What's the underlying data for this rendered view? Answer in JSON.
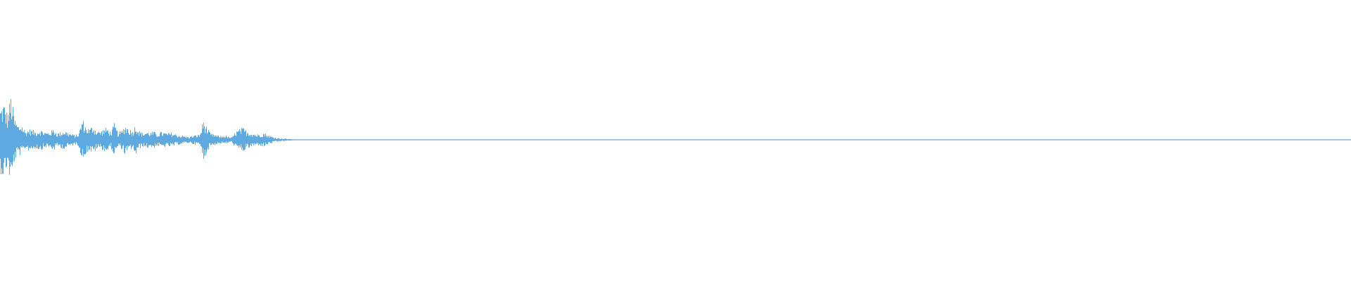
{
  "waveform": {
    "color": "#5fa9e1",
    "background": "#ffffff",
    "samples": [
      0.53,
      0.62,
      0.42,
      0.74,
      0.35,
      0.24,
      0.26,
      0.14,
      0.18,
      0.16,
      0.14,
      0.17,
      0.15,
      0.12,
      0.14,
      0.18,
      0.11,
      0.13,
      0.16,
      0.12,
      0.1,
      0.08,
      0.1,
      0.35,
      0.22,
      0.18,
      0.24,
      0.16,
      0.14,
      0.18,
      0.2,
      0.13,
      0.27,
      0.12,
      0.15,
      0.25,
      0.2,
      0.14,
      0.26,
      0.15,
      0.11,
      0.14,
      0.12,
      0.14,
      0.1,
      0.13,
      0.12,
      0.11,
      0.12,
      0.1,
      0.08,
      0.07,
      0.06,
      0.05,
      0.07,
      0.08,
      0.09,
      0.34,
      0.2,
      0.1,
      0.09,
      0.07,
      0.06,
      0.07,
      0.05,
      0.04,
      0.14,
      0.17,
      0.2,
      0.16,
      0.13,
      0.11,
      0.09,
      0.1,
      0.12,
      0.08,
      0.06,
      0.04,
      0.03,
      0.025,
      0.02,
      0.015,
      0.01,
      0.008,
      0.005,
      0.004,
      0.003,
      0.004,
      0.003,
      0.002,
      0.003,
      0.004,
      0.003,
      0.002,
      0.002,
      0.003,
      0.002,
      0.003,
      0.002,
      0.002,
      0.002,
      0.003,
      0.002,
      0.002,
      0.002,
      0.003,
      0.002,
      0.004,
      0.003,
      0.004,
      0.002,
      0.002,
      0.003,
      0.002,
      0.002,
      0.003,
      0.002,
      0.002,
      0.003,
      0.002,
      0.003,
      0.002,
      0.002,
      0.003,
      0.002,
      0.002,
      0.003,
      0.002,
      0.003,
      0.002,
      0.002,
      0.003,
      0.002,
      0.003,
      0.002,
      0.002,
      0.003,
      0.002,
      0.002,
      0.003,
      0.002,
      0.003,
      0.002,
      0.002,
      0.003,
      0.002,
      0.003,
      0.002,
      0.002,
      0.003,
      0.002,
      0.003,
      0.002,
      0.002,
      0.003,
      0.002,
      0.003,
      0.002,
      0.002,
      0.003,
      0.002,
      0.003,
      0.002,
      0.002,
      0.003,
      0.002,
      0.003,
      0.002,
      0.002,
      0.003,
      0.002,
      0.003,
      0.004,
      0.003,
      0.002,
      0.002,
      0.003,
      0.002,
      0.003,
      0.002,
      0.002,
      0.003,
      0.002,
      0.003,
      0.002,
      0.002,
      0.003,
      0.002,
      0.003,
      0.002,
      0.002,
      0.003,
      0.003,
      0.002,
      0.003,
      0.002,
      0.002,
      0.003,
      0.002,
      0.003,
      0.002,
      0.003,
      0.002,
      0.002,
      0.003,
      0.002,
      0.003,
      0.002,
      0.002,
      0.003,
      0.002,
      0.003,
      0.002,
      0.002,
      0.003,
      0.002,
      0.003,
      0.002,
      0.002,
      0.003,
      0.002,
      0.003,
      0.002,
      0.002,
      0.003,
      0.002,
      0.003,
      0.002,
      0.002,
      0.003,
      0.002,
      0.003,
      0.002,
      0.002,
      0.003,
      0.002,
      0.003,
      0.002,
      0.002,
      0.003,
      0.002,
      0.003,
      0.002,
      0.002,
      0.003,
      0.002,
      0.003,
      0.002,
      0.002,
      0.003,
      0.002,
      0.002,
      0.003,
      0.002,
      0.003,
      0.002,
      0.002,
      0.003,
      0.002,
      0.003,
      0.002,
      0.002,
      0.003,
      0.002,
      0.003,
      0.002,
      0.002,
      0.003,
      0.002,
      0.003,
      0.002,
      0.002,
      0.003,
      0.002,
      0.003,
      0.002,
      0.002,
      0.003,
      0.002,
      0.003,
      0.002,
      0.002,
      0.003,
      0.002,
      0.003,
      0.002,
      0.002,
      0.003,
      0.002,
      0.003,
      0.002,
      0.002,
      0.003,
      0.002,
      0.003,
      0.002,
      0.002,
      0.003,
      0.002,
      0.003,
      0.002,
      0.002,
      0.003,
      0.002,
      0.003,
      0.002,
      0.002,
      0.003,
      0.002,
      0.003,
      0.002,
      0.002,
      0.003,
      0.002,
      0.003,
      0.002,
      0.002,
      0.003,
      0.002,
      0.003,
      0.002,
      0.002,
      0.003,
      0.002,
      0.003,
      0.002,
      0.002,
      0.003,
      0.002,
      0.003,
      0.002,
      0.002,
      0.003,
      0.002,
      0.003,
      0.002,
      0.002,
      0.003,
      0.002,
      0.003,
      0.002,
      0.002,
      0.003,
      0.002,
      0.003,
      0.002,
      0.002,
      0.003,
      0.002,
      0.003,
      0.002,
      0.002,
      0.003,
      0.002,
      0.003,
      0.002,
      0.002,
      0.003,
      0.002,
      0.003,
      0.002,
      0.002,
      0.003,
      0.002,
      0.003,
      0.002,
      0.002,
      0.003,
      0.002,
      0.003,
      0.002,
      0.002,
      0.003,
      0.002,
      0.003,
      0.002,
      0.002,
      0.003,
      0.002,
      0.003
    ]
  }
}
